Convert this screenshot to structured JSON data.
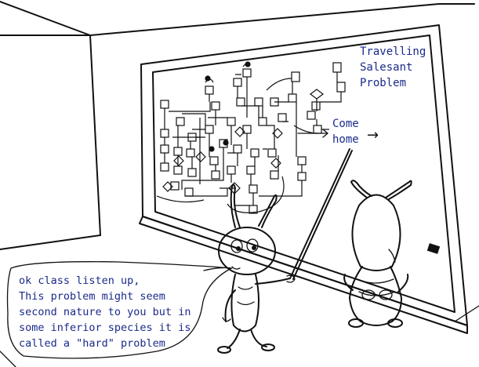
{
  "board": {
    "title_lines": [
      "Travelling",
      "Salesant",
      "Problem"
    ],
    "come_home_lines": [
      "Come",
      "home"
    ],
    "arrow_glyph": "→"
  },
  "speech_bubble": {
    "lines": [
      "ok class listen up,",
      "This problem might seem",
      "second nature to you but in",
      "some inferior species it is",
      "called a \"hard\" problem"
    ]
  },
  "colors": {
    "ink": "#111111",
    "text_blue": "#1a2a8a",
    "background": "#ffffff"
  }
}
